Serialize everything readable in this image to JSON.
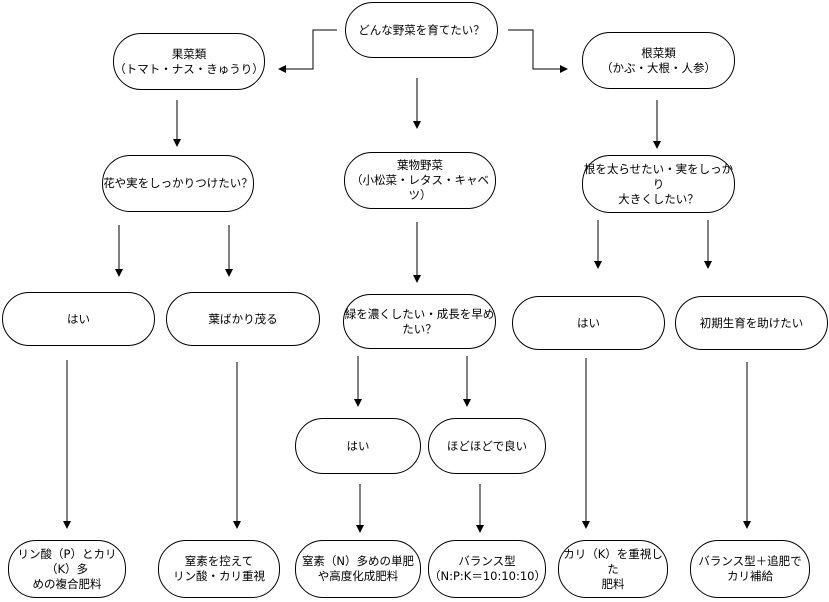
{
  "nodes": {
    "root": "どんな野菜を育てたい？",
    "fruit": "果菜類\n（トマト・ナス・きゅうり）",
    "rootveg": "根菜類\n（かぶ・大根・人参）",
    "leafy": "葉物野菜\n（小松菜・レタス・キャベツ）",
    "fruit_q": "花や実をしっかりつけたい？",
    "rootveg_q": "根を太らせたい・実をしっかり\n大きくしたい？",
    "fruit_yes": "はい",
    "fruit_leaves": "葉ばかり茂る",
    "leafy_q": "緑を濃くしたい・成長を早め\nたい？",
    "rootveg_yes": "はい",
    "rootveg_early": "初期生育を助けたい",
    "leafy_yes": "はい",
    "leafy_moderate": "ほどほどで良い",
    "r1": "リン酸（P）とカリ（K）多\nめの複合肥料",
    "r2": "窒素を控えて\nリン酸・カリ重視",
    "r3": "窒素（N）多めの単肥\nや高度化成肥料",
    "r4": "バランス型\n（N:P:K＝10:10:10）",
    "r5": "カリ（K）を重視した\n肥料",
    "r6": "バランス型＋追肥で\nカリ補給"
  }
}
